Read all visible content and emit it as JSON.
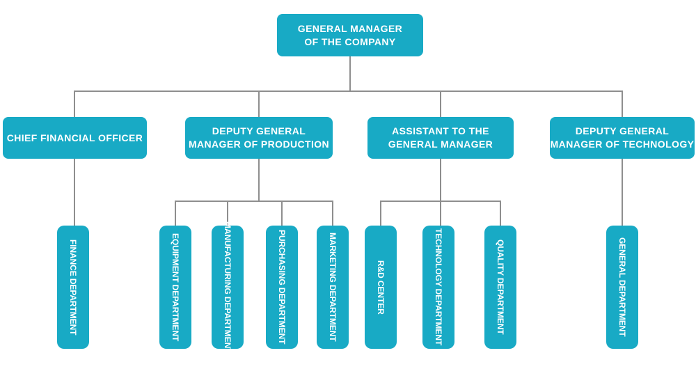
{
  "colors": {
    "box_fill": "#18aac5",
    "box_text": "#ffffff",
    "connector": "#8e8e8e",
    "background": "#ffffff"
  },
  "org_chart": {
    "root": {
      "lines": [
        "GENERAL MANAGER",
        "OF THE COMPANY"
      ]
    },
    "managers": [
      {
        "lines": [
          "CHIEF FINANCIAL OFFICER"
        ]
      },
      {
        "lines": [
          "DEPUTY GENERAL",
          "MANAGER OF PRODUCTION"
        ]
      },
      {
        "lines": [
          "ASSISTANT TO THE",
          "GENERAL MANAGER"
        ]
      },
      {
        "lines": [
          "DEPUTY GENERAL",
          "MANAGER OF TECHNOLOGY"
        ]
      }
    ],
    "departments": [
      {
        "label": "FINANCE DEPARTMENT"
      },
      {
        "label": "EQUIPMENT DEPARTMENT"
      },
      {
        "label": "MANUFACTURING DEPARTMENT"
      },
      {
        "label": "PURCHASING DEPARTMENT"
      },
      {
        "label": "MARKETING DEPARTMENT"
      },
      {
        "label": "R&D CENTER"
      },
      {
        "label": "TECHNOLOGY DEPARTMENT"
      },
      {
        "label": "QUALITY DEPARTMENT"
      },
      {
        "label": "GENERAL DEPARTMENT"
      }
    ]
  }
}
